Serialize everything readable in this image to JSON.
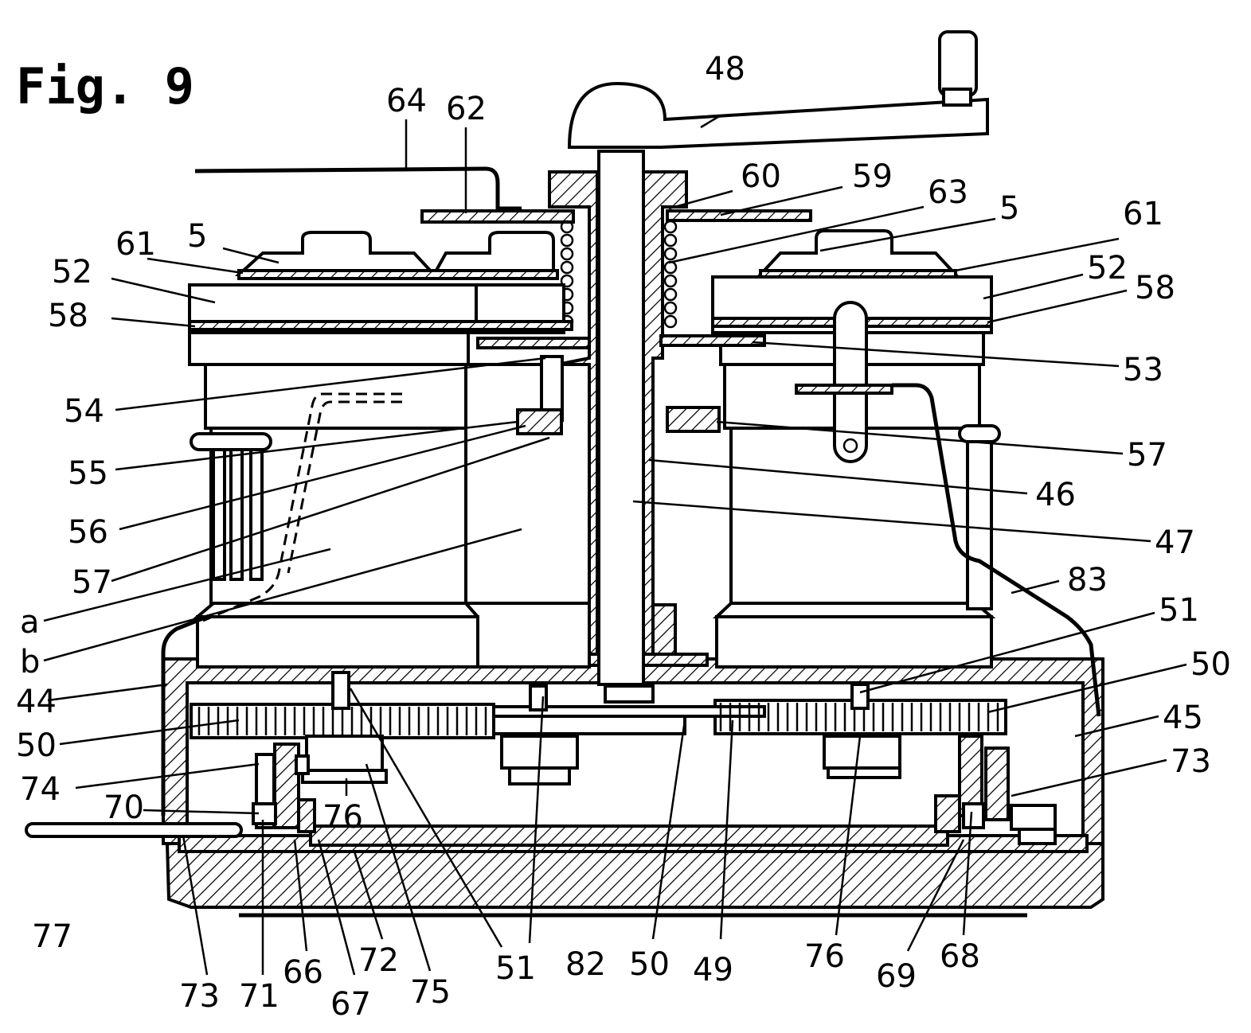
{
  "figure_title": "Fig. 9",
  "labels": {
    "l48": "48",
    "l64": "64",
    "l62": "62",
    "l60": "60",
    "l59": "59",
    "l63": "63",
    "l5a": "5",
    "l5b": "5",
    "l61a": "61",
    "l61b": "61",
    "l52a": "52",
    "l52b": "52",
    "l58a": "58",
    "l58b": "58",
    "l53": "53",
    "l54": "54",
    "l57a": "57",
    "l57b": "57",
    "l55": "55",
    "l46": "46",
    "l56": "56",
    "l47": "47",
    "la": "a",
    "lb": "b",
    "l83": "83",
    "l51a": "51",
    "l44": "44",
    "l50a": "50",
    "l50b": "50",
    "l45": "45",
    "l73a": "73",
    "l74": "74",
    "l70": "70",
    "l76a": "76",
    "l77": "77",
    "l73b": "73",
    "l71": "71",
    "l66": "66",
    "l67": "67",
    "l72": "72",
    "l75": "75",
    "l51b": "51",
    "l82": "82",
    "l50c": "50",
    "l49": "49",
    "l76b": "76",
    "l69": "69",
    "l68": "68"
  }
}
